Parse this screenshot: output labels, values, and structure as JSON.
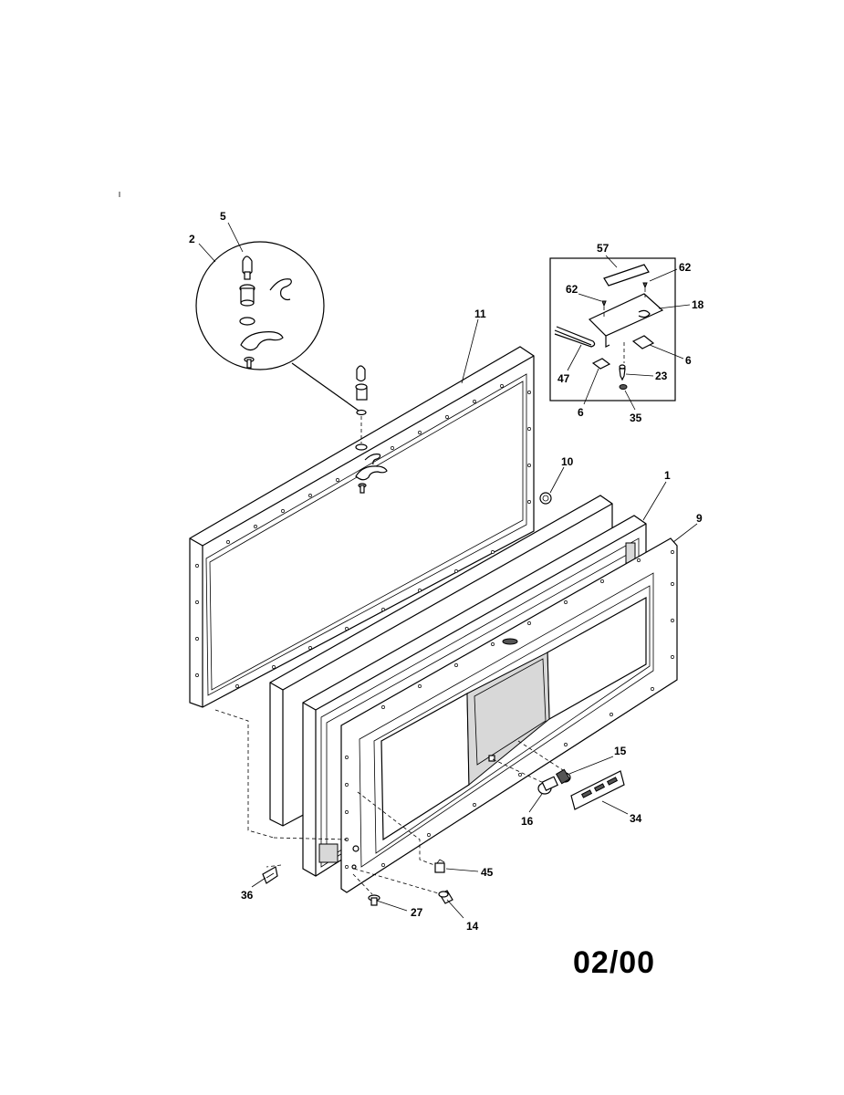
{
  "diagram": {
    "date_code": "02/00",
    "callouts": [
      {
        "id": "c2",
        "text": "2"
      },
      {
        "id": "c5",
        "text": "5"
      },
      {
        "id": "c11",
        "text": "11"
      },
      {
        "id": "c57",
        "text": "57"
      },
      {
        "id": "c62a",
        "text": "62"
      },
      {
        "id": "c62b",
        "text": "62"
      },
      {
        "id": "c18",
        "text": "18"
      },
      {
        "id": "c6a",
        "text": "6"
      },
      {
        "id": "c47",
        "text": "47"
      },
      {
        "id": "c23",
        "text": "23"
      },
      {
        "id": "c6b",
        "text": "6"
      },
      {
        "id": "c35",
        "text": "35"
      },
      {
        "id": "c10",
        "text": "10"
      },
      {
        "id": "c1",
        "text": "1"
      },
      {
        "id": "c9",
        "text": "9"
      },
      {
        "id": "c15",
        "text": "15"
      },
      {
        "id": "c16",
        "text": "16"
      },
      {
        "id": "c34",
        "text": "34"
      },
      {
        "id": "c45",
        "text": "45"
      },
      {
        "id": "c36",
        "text": "36"
      },
      {
        "id": "c27",
        "text": "27"
      },
      {
        "id": "c14",
        "text": "14"
      }
    ]
  }
}
